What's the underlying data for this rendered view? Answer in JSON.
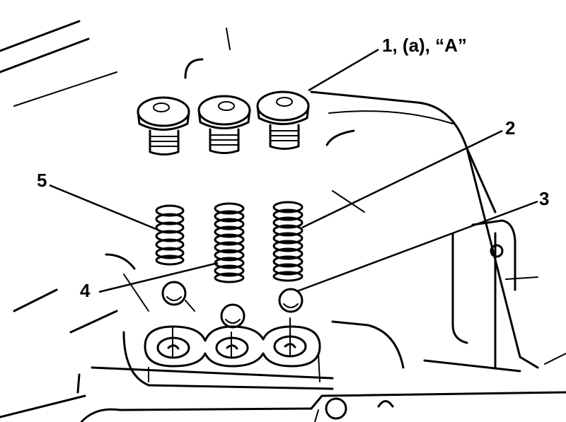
{
  "callouts": {
    "c1": "1, (a), “A”",
    "c2": "2",
    "c3": "3",
    "c4": "4",
    "c5": "5"
  }
}
